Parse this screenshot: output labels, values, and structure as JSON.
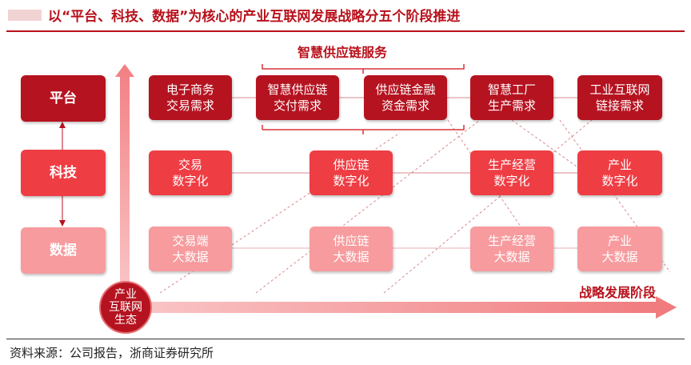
{
  "header": {
    "title": "以“平台、科技、数据”为核心的产业互联网发展战略分五个阶段推进"
  },
  "categories": {
    "platform": "平台",
    "tech": "科技",
    "data": "数据"
  },
  "bracket_label": "智慧供应链服务",
  "row_platform": [
    "电子商务\n交易需求",
    "智慧供应链\n交付需求",
    "供应链金融\n资金需求",
    "智慧工厂\n生产需求",
    "工业互联网\n链接需求"
  ],
  "row_tech": [
    "交易\n数字化",
    "供应链\n数字化",
    "生产经营\n数字化",
    "产业\n数字化"
  ],
  "row_data": [
    "交易端\n大数据",
    "供应链\n大数据",
    "生产经营\n大数据",
    "产业\n大数据"
  ],
  "origin_label": "产业\n互联网\n生态",
  "x_axis_label": "战略发展阶段",
  "source": "资料来源：公司报告，浙商证券研究所",
  "colors": {
    "dark": "#b51320",
    "mid": "#ef3d44",
    "light": "#f79b9e",
    "title": "#b8111b"
  }
}
